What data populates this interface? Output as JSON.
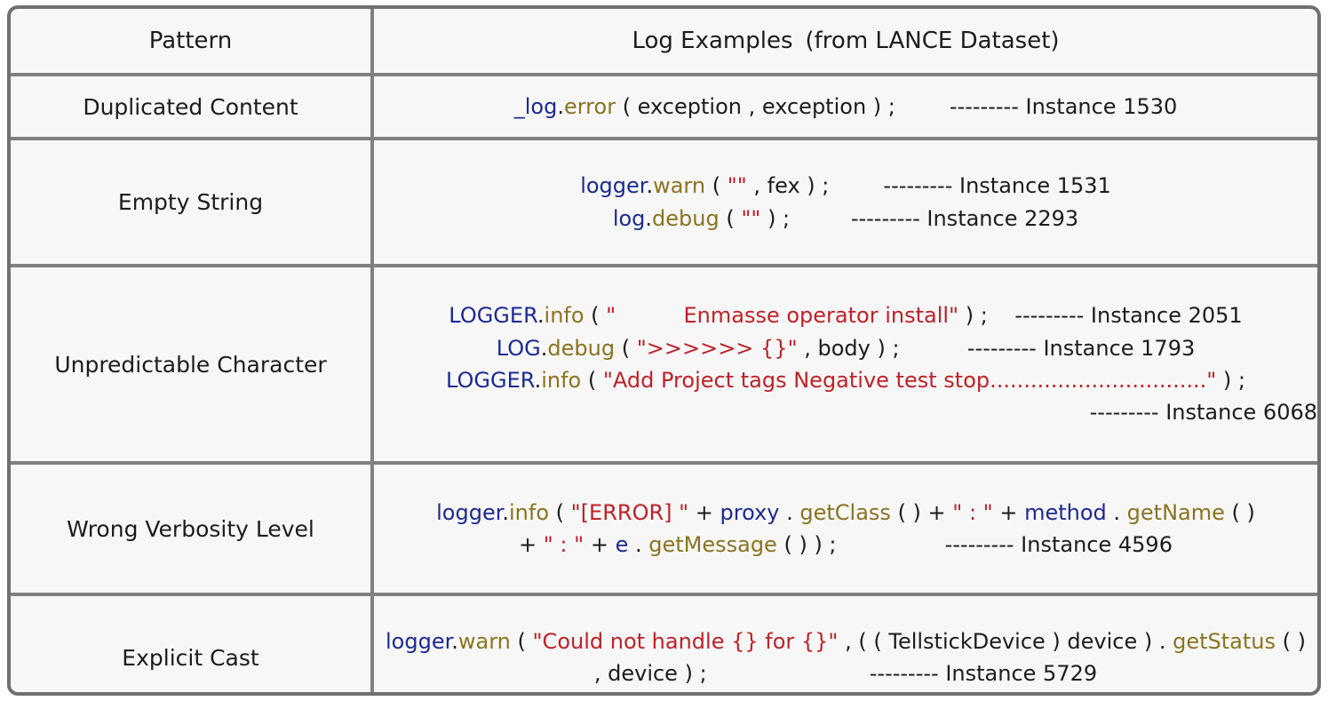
{
  "table": {
    "headers": {
      "pattern": "Pattern",
      "examples_main": "Log Examples",
      "examples_note": "(from LANCE Dataset)"
    },
    "rows": [
      {
        "pattern": "Duplicated Content",
        "lines": [
          {
            "align": "center",
            "tokens": [
              {
                "text": "_log",
                "style": "logger"
              },
              {
                "text": ".",
                "style": "plain"
              },
              {
                "text": "error",
                "style": "method"
              },
              {
                "text": " ( exception , exception ) ;",
                "style": "plain"
              },
              {
                "text": "        ---------",
                "style": "annotation"
              },
              {
                "text": " Instance 1530",
                "style": "annotation"
              }
            ]
          }
        ]
      },
      {
        "pattern": "Empty String",
        "lines": [
          {
            "align": "center",
            "tokens": [
              {
                "text": "logger",
                "style": "logger"
              },
              {
                "text": ".",
                "style": "plain"
              },
              {
                "text": "warn",
                "style": "method"
              },
              {
                "text": " ( ",
                "style": "plain"
              },
              {
                "text": "\"\"",
                "style": "string"
              },
              {
                "text": " , fex ) ;",
                "style": "plain"
              },
              {
                "text": "        ---------",
                "style": "annotation"
              },
              {
                "text": " Instance 1531",
                "style": "annotation"
              }
            ]
          },
          {
            "align": "center",
            "tokens": [
              {
                "text": "log",
                "style": "logger"
              },
              {
                "text": ".",
                "style": "plain"
              },
              {
                "text": "debug",
                "style": "method"
              },
              {
                "text": " ( ",
                "style": "plain"
              },
              {
                "text": "\"\"",
                "style": "string"
              },
              {
                "text": " ) ;",
                "style": "plain"
              },
              {
                "text": "         ---------",
                "style": "annotation"
              },
              {
                "text": " Instance 2293",
                "style": "annotation"
              }
            ]
          }
        ]
      },
      {
        "pattern": "Unpredictable Character",
        "lines": [
          {
            "align": "center",
            "tokens": [
              {
                "text": "LOGGER",
                "style": "logger"
              },
              {
                "text": ".",
                "style": "plain"
              },
              {
                "text": "info",
                "style": "method"
              },
              {
                "text": " ( ",
                "style": "plain"
              },
              {
                "text": "\"          Enmasse operator install\"",
                "style": "string"
              },
              {
                "text": " ) ;",
                "style": "plain"
              },
              {
                "text": "    ---------",
                "style": "annotation"
              },
              {
                "text": " Instance 2051",
                "style": "annotation"
              }
            ]
          },
          {
            "align": "center",
            "tokens": [
              {
                "text": "LOG",
                "style": "logger"
              },
              {
                "text": ".",
                "style": "plain"
              },
              {
                "text": "debug",
                "style": "method"
              },
              {
                "text": " ( ",
                "style": "plain"
              },
              {
                "text": "\">>>>>> {}\"",
                "style": "string"
              },
              {
                "text": " , body ) ;",
                "style": "plain"
              },
              {
                "text": "          ---------",
                "style": "annotation"
              },
              {
                "text": " Instance 1793",
                "style": "annotation"
              }
            ]
          },
          {
            "align": "center",
            "tokens": [
              {
                "text": "LOGGER",
                "style": "logger"
              },
              {
                "text": ".",
                "style": "plain"
              },
              {
                "text": "info",
                "style": "method"
              },
              {
                "text": " ( ",
                "style": "plain"
              },
              {
                "text": "\"Add Project tags Negative test stop................................\"",
                "style": "string"
              },
              {
                "text": " ) ;",
                "style": "plain"
              }
            ]
          },
          {
            "align": "right",
            "tokens": [
              {
                "text": "---------",
                "style": "annotation"
              },
              {
                "text": " Instance 6068",
                "style": "annotation"
              }
            ]
          }
        ]
      },
      {
        "pattern": "Wrong Verbosity Level",
        "lines": [
          {
            "align": "center",
            "tokens": [
              {
                "text": "logger",
                "style": "logger"
              },
              {
                "text": ".",
                "style": "plain"
              },
              {
                "text": "info",
                "style": "method"
              },
              {
                "text": " ( ",
                "style": "plain"
              },
              {
                "text": "\"[ERROR] \"",
                "style": "string"
              },
              {
                "text": " + ",
                "style": "plain"
              },
              {
                "text": "proxy",
                "style": "logger"
              },
              {
                "text": " . ",
                "style": "plain"
              },
              {
                "text": "getClass",
                "style": "method"
              },
              {
                "text": " ( ) + ",
                "style": "plain"
              },
              {
                "text": "\" : \"",
                "style": "string"
              },
              {
                "text": " + ",
                "style": "plain"
              },
              {
                "text": "method",
                "style": "logger"
              },
              {
                "text": " . ",
                "style": "plain"
              },
              {
                "text": "getName",
                "style": "method"
              },
              {
                "text": " ( )",
                "style": "plain"
              }
            ]
          },
          {
            "align": "center",
            "tokens": [
              {
                "text": "+ ",
                "style": "plain"
              },
              {
                "text": "\" : \"",
                "style": "string"
              },
              {
                "text": " + ",
                "style": "plain"
              },
              {
                "text": "e",
                "style": "logger"
              },
              {
                "text": " . ",
                "style": "plain"
              },
              {
                "text": "getMessage",
                "style": "method"
              },
              {
                "text": " ( ) ) ;",
                "style": "plain"
              },
              {
                "text": "                ---------",
                "style": "annotation"
              },
              {
                "text": " Instance 4596",
                "style": "annotation"
              }
            ]
          }
        ]
      },
      {
        "pattern": "Explicit Cast",
        "lines": [
          {
            "align": "center",
            "tokens": [
              {
                "text": "logger",
                "style": "logger"
              },
              {
                "text": ".",
                "style": "plain"
              },
              {
                "text": "warn",
                "style": "method"
              },
              {
                "text": " ( ",
                "style": "plain"
              },
              {
                "text": "\"Could not handle {} for {}\"",
                "style": "string"
              },
              {
                "text": " , ( ( TellstickDevice ) device ) . ",
                "style": "plain"
              },
              {
                "text": "getStatus",
                "style": "method"
              },
              {
                "text": " ( )",
                "style": "plain"
              }
            ]
          },
          {
            "align": "center",
            "tokens": [
              {
                "text": ", device ) ;",
                "style": "plain"
              },
              {
                "text": "                        ---------",
                "style": "annotation"
              },
              {
                "text": " Instance 5729",
                "style": "annotation"
              }
            ]
          }
        ]
      }
    ]
  },
  "colors": {
    "logger": "#1b2a92",
    "method": "#8a7320",
    "string": "#bf2127",
    "plain": "#1c1c1c",
    "border": "#808080",
    "frame": "#707070",
    "background": "#f7f7f7"
  }
}
